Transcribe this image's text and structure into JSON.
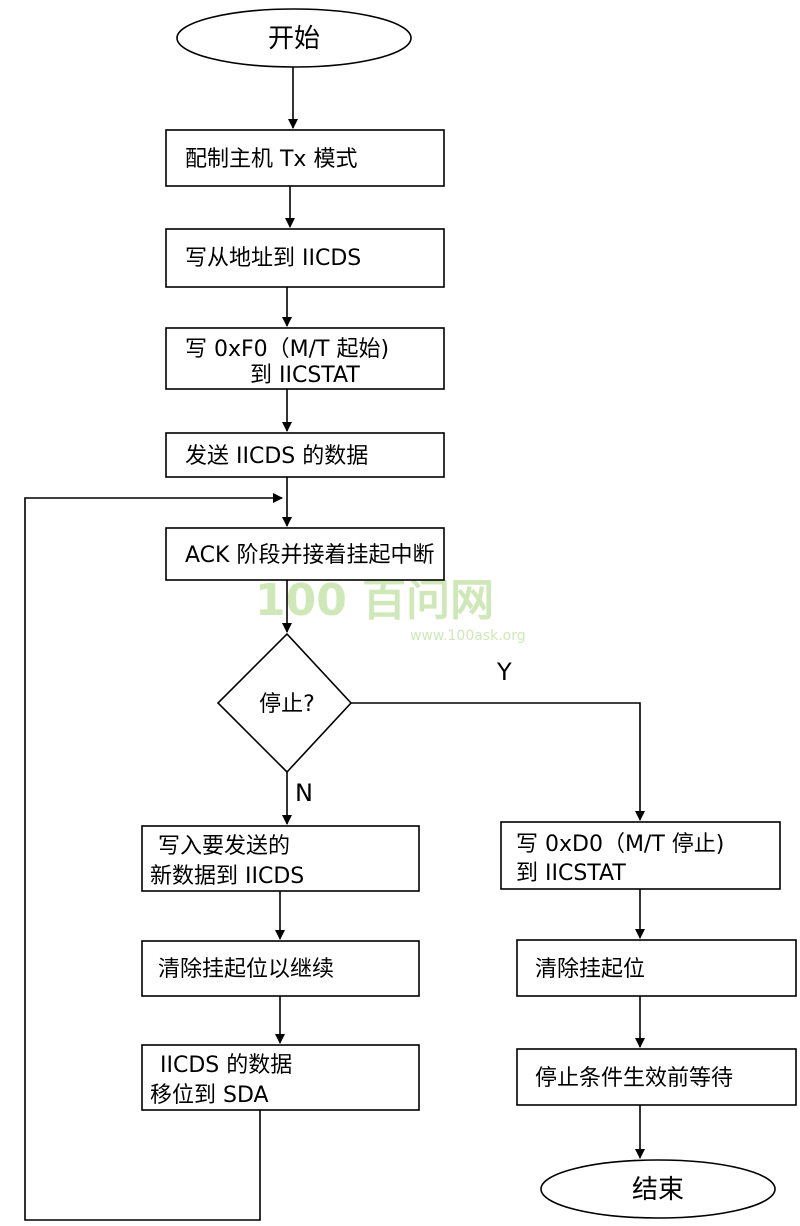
{
  "start": "开始",
  "end": "结束",
  "steps": {
    "config_master": "配制主机 Tx 模式",
    "write_addr": "写从地址到 IICDS",
    "write_f0_line1": "写 0xF0（M/T 起始)",
    "write_f0_line2": "到 IICSTAT",
    "send_data": "发送 IICDS 的数据",
    "ack_phase": "ACK 阶段并接着挂起中断",
    "decision": "停止?",
    "write_new_line1": "写入要发送的",
    "write_new_line2": "新数据到 IICDS",
    "clear_continue": "清除挂起位以继续",
    "shift_line1": "IICDS 的数据",
    "shift_line2": "移位到 SDA",
    "write_d0_line1": "写 0xD0（M/T 停止)",
    "write_d0_line2": "到 IICSTAT",
    "clear_pending": "清除挂起位",
    "wait_stop": "停止条件生效前等待"
  },
  "labels": {
    "yes": "Y",
    "no": "N"
  },
  "watermark": {
    "logo": "100 百问网",
    "url": "www.100ask.org"
  }
}
